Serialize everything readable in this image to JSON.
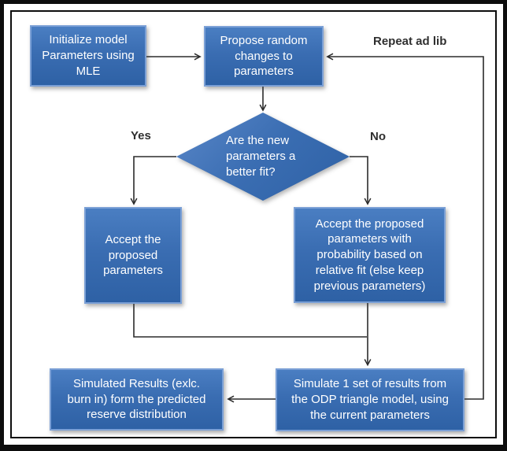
{
  "diagram": {
    "nodes": {
      "initialize": {
        "label": "Initialize model Parameters using MLE"
      },
      "propose": {
        "label": "Propose random changes to parameters"
      },
      "decision": {
        "label": "Are the new parameters a better fit?"
      },
      "accept_yes": {
        "label": "Accept the proposed parameters"
      },
      "accept_no": {
        "label": "Accept the proposed parameters with probability based on relative fit (else keep previous parameters)"
      },
      "simulate": {
        "label": "Simulate 1 set of results from the ODP triangle model, using the current parameters"
      },
      "results": {
        "label": "Simulated Results (exlc. burn in) form the predicted reserve distribution"
      }
    },
    "edge_labels": {
      "yes": "Yes",
      "no": "No",
      "repeat": "Repeat ad lib"
    },
    "colors": {
      "node_fill_top": "#4a7ec2",
      "node_fill_mid": "#3a6db2",
      "node_fill_bottom": "#2e61a5",
      "node_border": "#7ba0d6",
      "node_text": "#ffffff",
      "connector": "#2b2b2b",
      "frame": "#0d0d0d",
      "background": "#ffffff",
      "label_text": "#2f2f2f"
    }
  }
}
